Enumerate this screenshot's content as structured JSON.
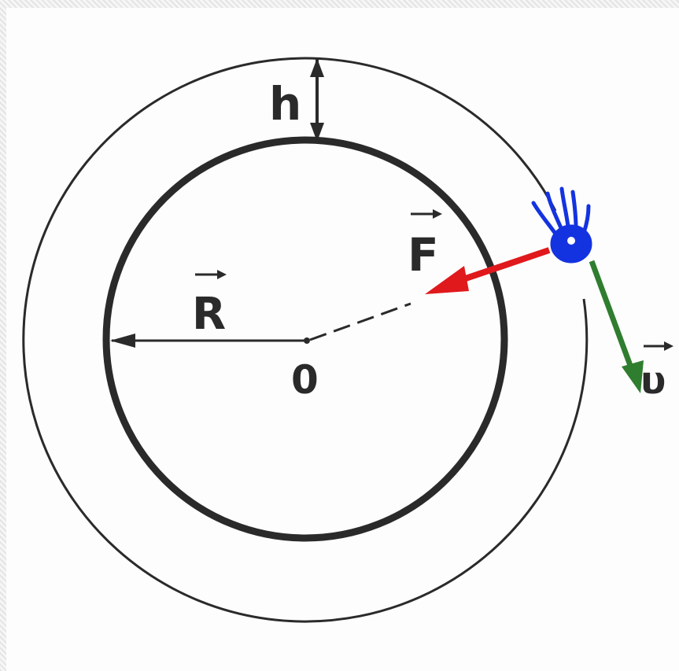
{
  "labels": {
    "height": "h",
    "force": "F",
    "radius": "R",
    "center": "0",
    "velocity": "υ"
  },
  "colors": {
    "ink": "#2a2a2a",
    "force_arrow": "#e0191c",
    "velocity_arrow": "#2f7d2f",
    "satellite": "#1433e0"
  },
  "icons": {
    "satellite": "hand-shaped-satellite-icon"
  }
}
